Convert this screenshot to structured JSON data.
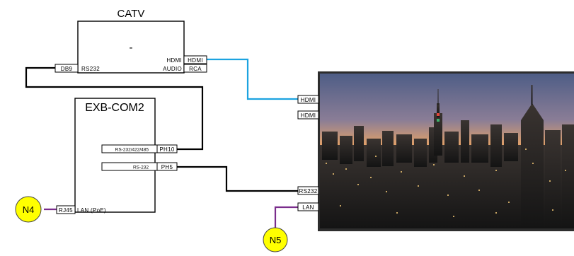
{
  "catv": {
    "title": "CATV",
    "inner": "-",
    "port_db9": "DB9",
    "port_rs232": "RS232",
    "port_hdmi_left": "HDMI",
    "port_audio": "AUDIO",
    "port_hdmi_right": "HDMI",
    "port_rca": "RCA"
  },
  "exb": {
    "title": "EXB-COM2",
    "label_rs232_422_485": "RS-232/422/485",
    "port_ph10": "PH10",
    "label_rs232": "RS-232",
    "port_ph5": "PH5",
    "port_rj45": "RJ45",
    "port_lan": "LAN (PoE)"
  },
  "display": {
    "port_hdmi_1": "HDMI",
    "port_hdmi_2": "HDMI",
    "port_rs232": "RS232",
    "port_lan": "LAN"
  },
  "nodes": {
    "n4": "N4",
    "n5": "N5"
  },
  "colors": {
    "hdmi_cable": "#1ca3e0",
    "lan_cable": "#7a2d8c",
    "serial_cable": "#000000",
    "node_fill": "#ffff00"
  }
}
